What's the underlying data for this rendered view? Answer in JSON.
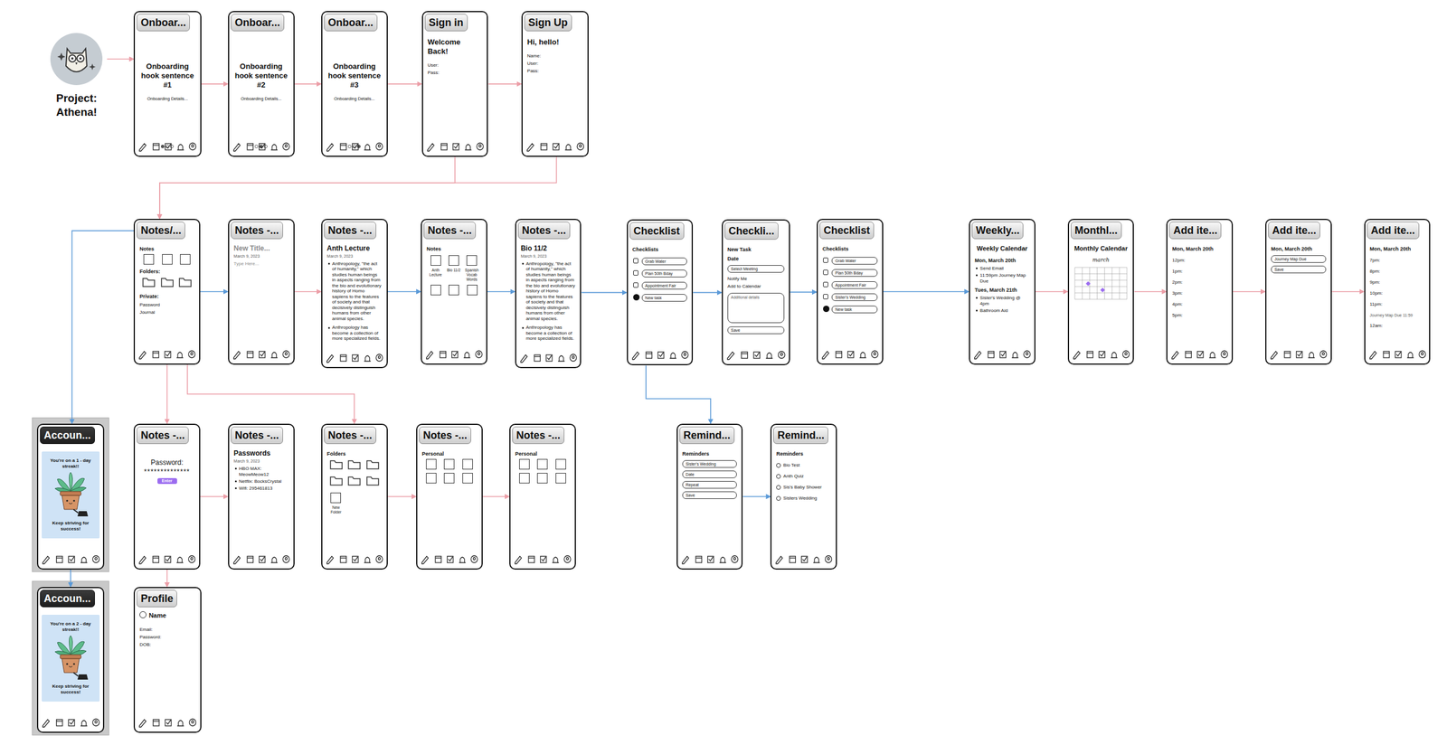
{
  "diagram": {
    "nodes": [
      {
        "text": [
          "Project: Athena!"
        ]
      },
      {
        "text": [
          "Onboar...",
          "Onboarding hook sentence #1",
          "Onboarding Details..."
        ]
      },
      {
        "text": [
          "Onboar...",
          "Onboarding hook sentence #2",
          "Onboarding Details..."
        ]
      },
      {
        "text": [
          "Onboar...",
          "Onboarding hook sentence #3",
          "Onboarding Details..."
        ]
      },
      {
        "text": [
          "Sign in",
          "Welcome Back!",
          "User:",
          "Pass:"
        ]
      },
      {
        "text": [
          "Sign Up",
          "Hi, hello!",
          "Name:",
          "User:",
          "Pass:"
        ]
      },
      {
        "text": [
          "Notes/...",
          "Notes",
          "Folders:",
          "Private:",
          "Password",
          "Journal"
        ]
      },
      {
        "text": [
          "Notes -...",
          "New Title...",
          "March 9, 2023",
          "Type Here..."
        ]
      },
      {
        "text": [
          "Notes -...",
          "Anth Lecture",
          "March 9, 2023",
          "Anthropology, \"the act of humanity,\" which studies human beings in aspects ranging from the bio and evolutionary history of Homo sapiens to the features of society and that decisively distinguish humans from other animal species.",
          "Anthropology has become a collection of more specialized fields."
        ]
      },
      {
        "text": [
          "Notes -...",
          "Notes",
          "Anth Lecture",
          "Bio 11/2",
          "Spanish Vocab Words"
        ]
      },
      {
        "text": [
          "Notes -...",
          "Bio 11/2",
          "March 9, 2023",
          "Anthropology, \"the act of humanity,\" which studies human beings in aspects ranging from the bio and evolutionary history of Homo sapiens to the features of society and that decisively distinguish humans from other animal species.",
          "Anthropology has become a collection of more specialized fields."
        ]
      },
      {
        "text": [
          "Checklist",
          "Checklists",
          "Grab Water",
          "Plan 50th Bday",
          "Appointment Fair",
          "New task"
        ]
      },
      {
        "text": [
          "Checkli...",
          "New Task",
          "Date",
          "Select Meeting",
          "Notify Me",
          "Add to Calendar",
          "Additional details",
          "Save"
        ]
      },
      {
        "text": [
          "Checklist",
          "Checklists",
          "Grab Water",
          "Plan 50th Bday",
          "Appointment Fair",
          "Sister's Wedding",
          "New task"
        ]
      },
      {
        "text": [
          "Weekly...",
          "Weekly Calendar",
          "Mon, March 20th",
          "Send Email",
          "11:59pm Journey Map Due",
          "Tues, March 21th",
          "Sister's Wedding @ 4pm",
          "Bathroom Aid"
        ]
      },
      {
        "text": [
          "Monthl...",
          "Monthly Calendar",
          "march"
        ]
      },
      {
        "text": [
          "Add ite...",
          "Mon, March 20th",
          "12pm:",
          "1pm:",
          "2pm:",
          "3pm:",
          "4pm:",
          "5pm:"
        ]
      },
      {
        "text": [
          "Add ite...",
          "Mon, March 20th",
          "Journey Map Due",
          "Save"
        ]
      },
      {
        "text": [
          "Add ite...",
          "Mon, March 20th",
          "7pm:",
          "8pm:",
          "9pm:",
          "10pm:",
          "11pm:",
          "Journey Map Due 11:59",
          "12am:"
        ]
      },
      {
        "text": [
          "Accoun...",
          "You're on a 1 - day streak!!",
          "Keep striving for success!"
        ]
      },
      {
        "text": [
          "Notes -...",
          "Password:",
          "**************",
          "Enter"
        ]
      },
      {
        "text": [
          "Notes -...",
          "Passwords",
          "March 9, 2023",
          "HBO MAX: MeowMeow12",
          "Netflix: BocksCrystal",
          "Wifi: 295461813"
        ]
      },
      {
        "text": [
          "Notes -...",
          "Folders",
          "New Folder"
        ]
      },
      {
        "text": [
          "Notes -...",
          "Personal"
        ]
      },
      {
        "text": [
          "Notes -...",
          "Personal"
        ]
      },
      {
        "text": [
          "Remind...",
          "Reminders",
          "Sister's Wedding",
          "Date",
          "Repeat",
          "Save"
        ]
      },
      {
        "text": [
          "Remind...",
          "Reminders",
          "Bio Test",
          "Anth Quiz",
          "Sis's Baby Shower",
          "Sisters Wedding"
        ]
      },
      {
        "text": [
          "Accoun...",
          "You're on a 2 - day streak!!",
          "Keep striving for success!"
        ]
      },
      {
        "text": [
          "Profile",
          "Name",
          "Email:",
          "Password:",
          "DOB:"
        ]
      }
    ],
    "edges": [
      {
        "from": 0,
        "to": 1,
        "arrow": "to"
      },
      {
        "from": 1,
        "to": 2,
        "arrow": "to"
      },
      {
        "from": 2,
        "to": 3,
        "arrow": "to"
      },
      {
        "from": 3,
        "to": 4,
        "arrow": "to"
      },
      {
        "from": 4,
        "to": 5,
        "arrow": "to"
      },
      {
        "from": 4,
        "to": 6,
        "arrow": "to"
      },
      {
        "from": 5,
        "to": 6,
        "arrow": "to"
      },
      {
        "from": 6,
        "to": 7,
        "arrow": "to"
      },
      {
        "from": 7,
        "to": 8,
        "arrow": "to"
      },
      {
        "from": 8,
        "to": 9,
        "arrow": "to"
      },
      {
        "from": 9,
        "to": 10,
        "arrow": "to"
      },
      {
        "from": 10,
        "to": 11,
        "arrow": "to"
      },
      {
        "from": 11,
        "to": 12,
        "arrow": "to"
      },
      {
        "from": 12,
        "to": 13,
        "arrow": "to"
      },
      {
        "from": 13,
        "to": 14,
        "arrow": "to"
      },
      {
        "from": 14,
        "to": 15,
        "arrow": "to"
      },
      {
        "from": 15,
        "to": 16,
        "arrow": "to"
      },
      {
        "from": 16,
        "to": 17,
        "arrow": "to"
      },
      {
        "from": 17,
        "to": 18,
        "arrow": "to"
      },
      {
        "from": 6,
        "to": 19,
        "arrow": "to"
      },
      {
        "from": 19,
        "to": 27,
        "arrow": "to"
      },
      {
        "from": 6,
        "to": 20,
        "arrow": "to"
      },
      {
        "from": 20,
        "to": 28,
        "arrow": "to"
      },
      {
        "from": 20,
        "to": 21,
        "arrow": "to"
      },
      {
        "from": 6,
        "to": 22,
        "arrow": "to"
      },
      {
        "from": 22,
        "to": 23,
        "arrow": "to"
      },
      {
        "from": 23,
        "to": 24,
        "arrow": "to"
      },
      {
        "from": 11,
        "to": 25,
        "arrow": "to"
      },
      {
        "from": 25,
        "to": 26,
        "arrow": "to"
      }
    ]
  }
}
